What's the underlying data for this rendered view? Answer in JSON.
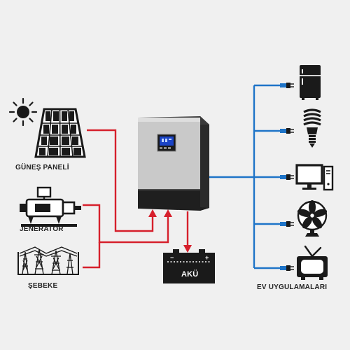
{
  "sources": {
    "solar_label": "GÜNEŞ PANELİ",
    "generator_label": "JENERATÖR",
    "grid_label": "ŞEBEKE"
  },
  "battery": {
    "label": "AKÜ"
  },
  "appliances": {
    "title": "EV UYGULAMALARI",
    "items": [
      "refrigerator-icon",
      "bulb-icon",
      "computer-icon",
      "fan-icon",
      "tv-icon"
    ]
  },
  "colors": {
    "red_line": "#d6202c",
    "blue_line": "#1e74c8",
    "inverter_dark": "#1f1f1f",
    "inverter_face": "#c9c9c9",
    "screen": "#1a43c6"
  }
}
